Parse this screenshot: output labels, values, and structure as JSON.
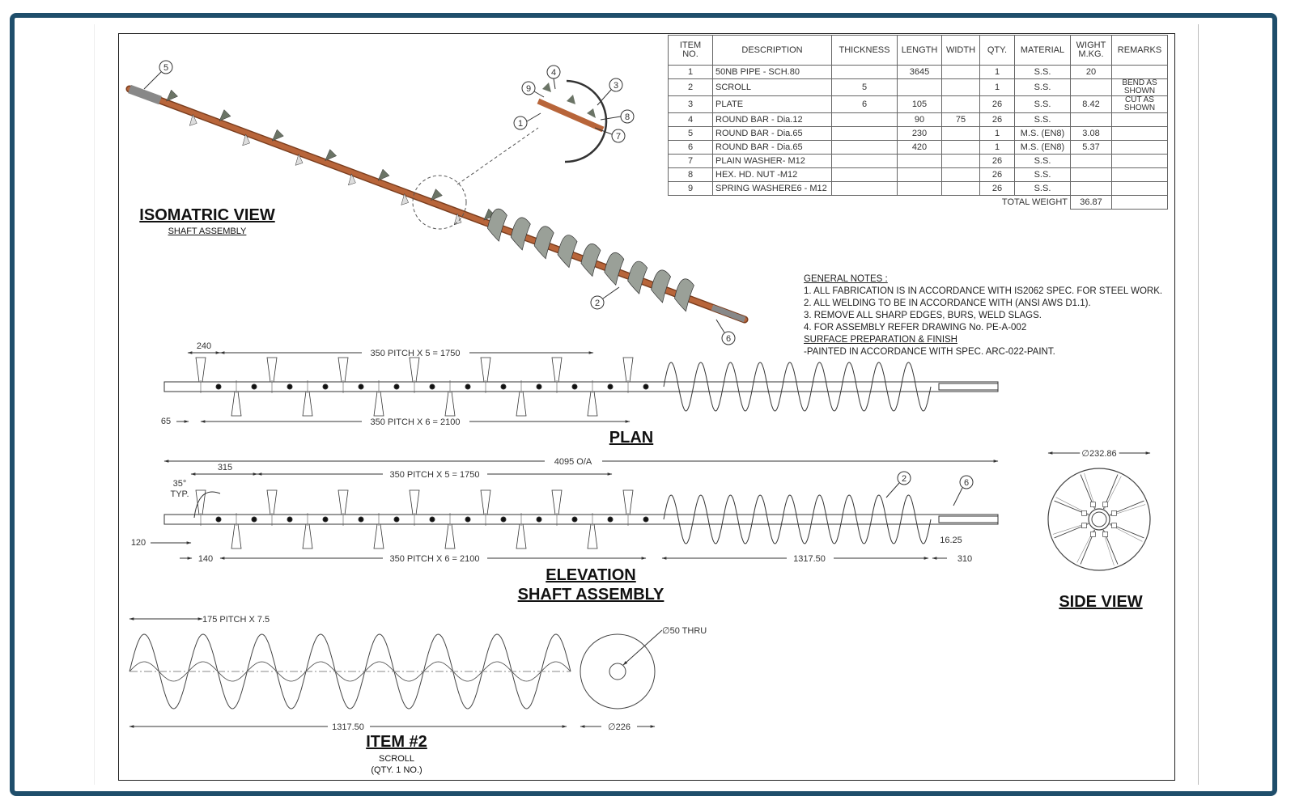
{
  "bom": {
    "headers": [
      "ITEM NO.",
      "DESCRIPTION",
      "THICKNESS",
      "LENGTH",
      "WIDTH",
      "QTY.",
      "MATERIAL",
      "WIGHT M.KG.",
      "REMARKS"
    ],
    "rows": [
      [
        "1",
        "50NB PIPE - SCH.80",
        "",
        "3645",
        "",
        "1",
        "S.S.",
        "20",
        ""
      ],
      [
        "2",
        "SCROLL",
        "5",
        "",
        "",
        "1",
        "S.S.",
        "",
        "BEND AS SHOWN"
      ],
      [
        "3",
        "PLATE",
        "6",
        "105",
        "",
        "26",
        "S.S.",
        "8.42",
        "CUT AS SHOWN"
      ],
      [
        "4",
        "ROUND BAR - Dia.12",
        "",
        "90",
        "75",
        "26",
        "S.S.",
        "",
        ""
      ],
      [
        "5",
        "ROUND BAR - Dia.65",
        "",
        "230",
        "",
        "1",
        "M.S. (EN8)",
        "3.08",
        ""
      ],
      [
        "6",
        "ROUND BAR - Dia.65",
        "",
        "420",
        "",
        "1",
        "M.S. (EN8)",
        "5.37",
        ""
      ],
      [
        "7",
        "PLAIN WASHER- M12",
        "",
        "",
        "",
        "26",
        "S.S.",
        "",
        ""
      ],
      [
        "8",
        "HEX. HD. NUT -M12",
        "",
        "",
        "",
        "26",
        "S.S.",
        "",
        ""
      ],
      [
        "9",
        "SPRING WASHERE6 - M12",
        "",
        "",
        "",
        "26",
        "S.S.",
        "",
        ""
      ]
    ],
    "total_label": "TOTAL WEIGHT",
    "total_value": "36.87"
  },
  "notes": {
    "title": "GENERAL NOTES :",
    "items": [
      "1.  ALL FABRICATION IS IN ACCORDANCE WITH IS2062 SPEC. FOR STEEL WORK.",
      "2.  ALL WELDING TO BE IN ACCORDANCE WITH (ANSI AWS D1.1).",
      "3.  REMOVE ALL SHARP EDGES, BURS, WELD SLAGS.",
      "4.  FOR ASSEMBLY REFER DRAWING No. PE-A-002"
    ],
    "surface_title": "SURFACE PREPARATION & FINISH",
    "surface_text": "-PAINTED IN ACCORDANCE WITH SPEC. ARC-022-PAINT."
  },
  "views": {
    "iso_title": "ISOMATRIC VIEW",
    "iso_sub": "SHAFT ASSEMBLY",
    "plan_title": "PLAN",
    "elev_title1": "ELEVATION",
    "elev_title2": "SHAFT ASSEMBLY",
    "side_title": "SIDE VIEW",
    "item2_title": "ITEM #2",
    "item2_sub1": "SCROLL",
    "item2_sub2": "(QTY. 1 NO.)"
  },
  "dims": {
    "plan_240": "240",
    "plan_top": "350 PITCH X 5 = 1750",
    "plan_65": "65",
    "plan_bottom": "350 PITCH X 6 = 2100",
    "elev_oa": "4095 O/A",
    "elev_315": "315",
    "elev_top": "350 PITCH X 5 = 1750",
    "elev_35": "35°",
    "elev_typ": "TYP.",
    "elev_120": "120",
    "elev_140": "140",
    "elev_bottom": "350 PITCH X 6 = 2100",
    "elev_1317": "1317.50",
    "elev_1625": "16.25",
    "elev_310": "310",
    "side_dia": "∅232.86",
    "item2_pitch": "175 PITCH X 7.5",
    "item2_len": "1317.50",
    "item2_hole": "∅50 THRU",
    "item2_dia": "∅226"
  },
  "balloons": {
    "b1": "1",
    "b2": "2",
    "b3": "3",
    "b4": "4",
    "b5": "5",
    "b6": "6",
    "b7": "7",
    "b8": "8",
    "b9": "9"
  },
  "colors": {
    "pipe": "#b8653a",
    "blade": "#6b7466",
    "line": "#333333",
    "frame": "#1f4e6b"
  }
}
